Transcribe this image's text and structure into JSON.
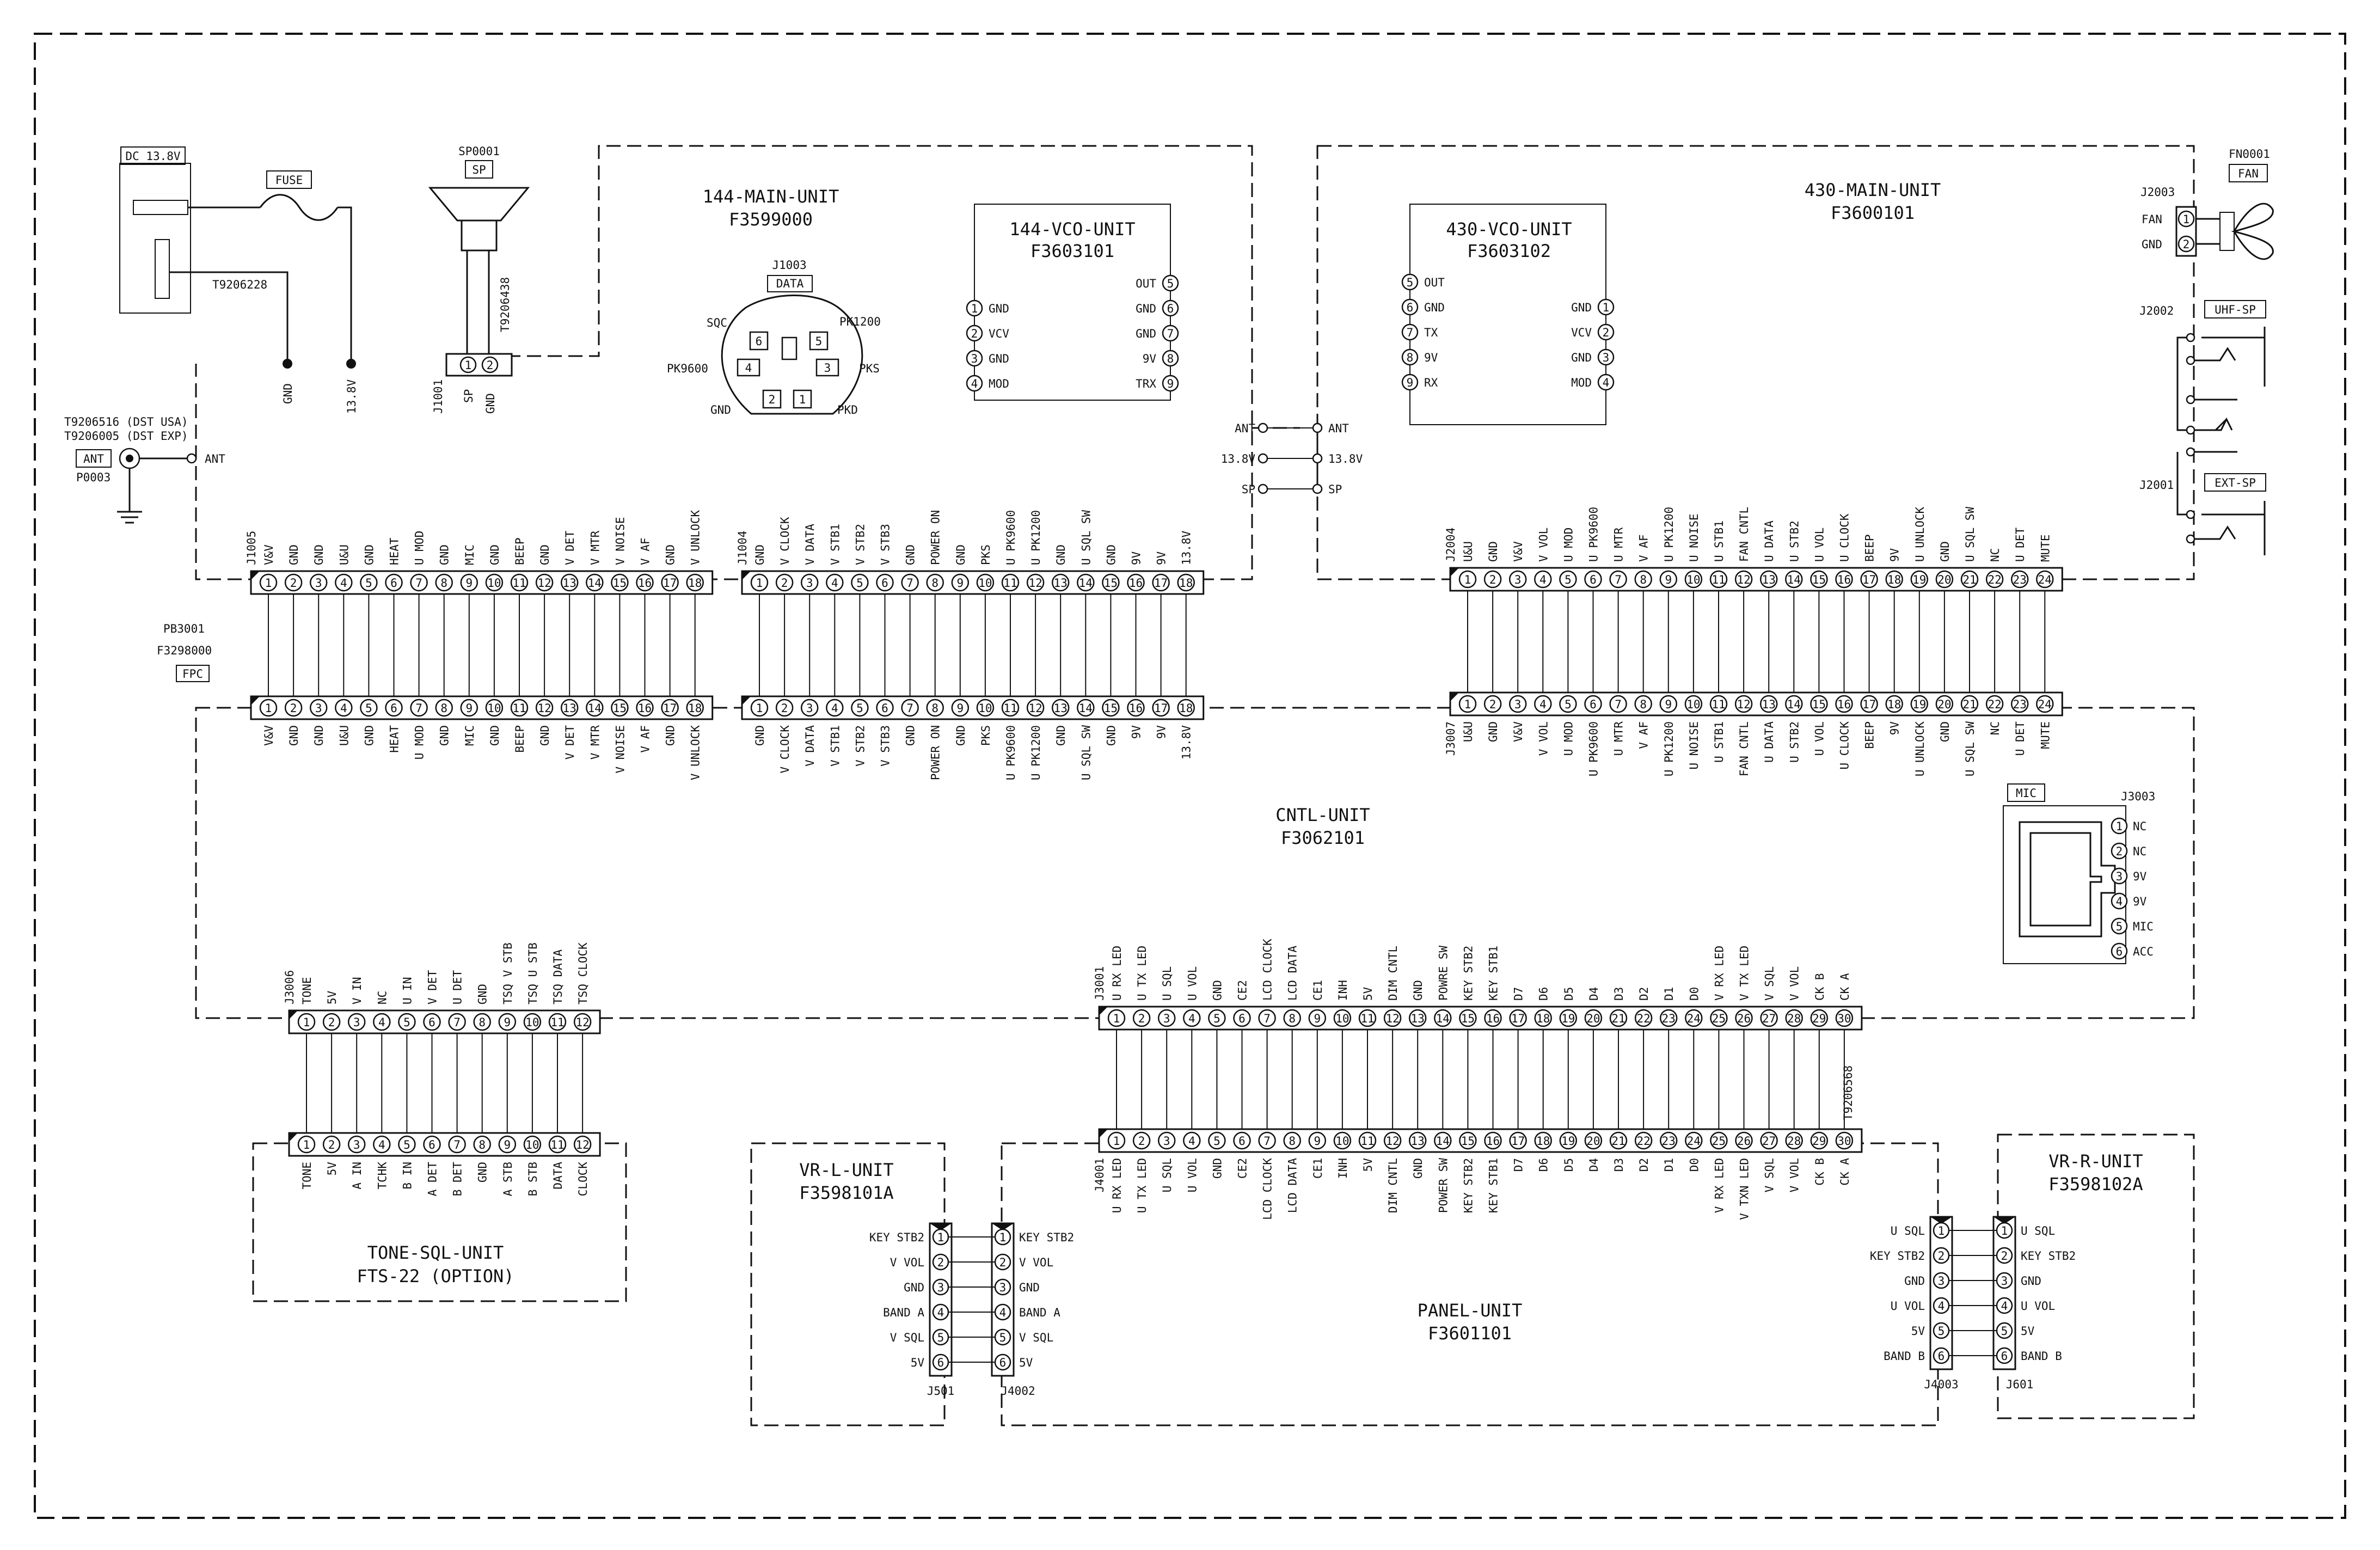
{
  "units": {
    "main144": {
      "name": "144-MAIN-UNIT",
      "part": "F3599000"
    },
    "vco144": {
      "name": "144-VCO-UNIT",
      "part": "F3603101"
    },
    "vco430": {
      "name": "430-VCO-UNIT",
      "part": "F3603102"
    },
    "main430": {
      "name": "430-MAIN-UNIT",
      "part": "F3600101"
    },
    "cntl": {
      "name": "CNTL-UNIT",
      "part": "F3062101"
    },
    "tone": {
      "name": "TONE-SQL-UNIT",
      "part": "FTS-22 (OPTION)"
    },
    "panel": {
      "name": "PANEL-UNIT",
      "part": "F3601101"
    },
    "vrl": {
      "name": "VR-L-UNIT",
      "part": "F3598101A"
    },
    "vrr": {
      "name": "VR-R-UNIT",
      "part": "F3598102A"
    }
  },
  "power": {
    "dc": "DC 13.8V",
    "fuse": "FUSE",
    "cable": "T9206228",
    "gnd": "GND",
    "v138": "13.8V"
  },
  "speaker": {
    "ref": "SP0001",
    "box": "SP",
    "cable": "T9206438"
  },
  "j1001": {
    "ref": "J1001",
    "pins": [
      "SP",
      "GND"
    ]
  },
  "antenna": {
    "cable1": "T9206516 (DST USA)",
    "cable2": "T9206005 (DST EXP)",
    "box": "ANT",
    "ref": "P0003",
    "net": "ANT"
  },
  "j1003": {
    "ref": "J1003",
    "box": "DATA",
    "labels": [
      "SQC",
      "PK1200",
      "PK9600",
      "PKS",
      "GND",
      "PKD"
    ]
  },
  "vco144": {
    "left": [
      {
        "n": "1",
        "s": "GND"
      },
      {
        "n": "2",
        "s": "VCV"
      },
      {
        "n": "3",
        "s": "GND"
      },
      {
        "n": "4",
        "s": "MOD"
      }
    ],
    "right": [
      {
        "n": "5",
        "s": "OUT"
      },
      {
        "n": "6",
        "s": "GND"
      },
      {
        "n": "7",
        "s": "GND"
      },
      {
        "n": "8",
        "s": "9V"
      },
      {
        "n": "9",
        "s": "TRX"
      }
    ]
  },
  "vco430": {
    "left": [
      {
        "n": "5",
        "s": "OUT"
      },
      {
        "n": "6",
        "s": "GND"
      },
      {
        "n": "7",
        "s": "TX"
      },
      {
        "n": "8",
        "s": "9V"
      },
      {
        "n": "9",
        "s": "RX"
      }
    ],
    "right": [
      {
        "n": "1",
        "s": "GND"
      },
      {
        "n": "2",
        "s": "VCV"
      },
      {
        "n": "3",
        "s": "GND"
      },
      {
        "n": "4",
        "s": "MOD"
      }
    ]
  },
  "bus": {
    "labels": [
      "ANT",
      "13.8V",
      "SP"
    ]
  },
  "fan": {
    "ref": "FN0001",
    "box": "FAN",
    "jack": "J2003",
    "pins": [
      "FAN",
      "GND"
    ]
  },
  "uhfsp": {
    "jack": "J2002",
    "box": "UHF-SP"
  },
  "extsp": {
    "jack": "J2001",
    "box": "EXT-SP"
  },
  "fpc": {
    "ref": "PB3001",
    "part": "F3298000",
    "box": "FPC"
  },
  "j1005": {
    "ref": "J1005",
    "signals": [
      "V&V",
      "GND",
      "GND",
      "U&U",
      "GND",
      "HEAT",
      "U MOD",
      "GND",
      "MIC",
      "GND",
      "BEEP",
      "GND",
      "V DET",
      "V MTR",
      "V NOISE",
      "V AF",
      "GND",
      "V UNLOCK"
    ]
  },
  "j1004": {
    "ref": "J1004",
    "signals": [
      "GND",
      "V CLOCK",
      "V DATA",
      "V STB1",
      "V STB2",
      "V STB3",
      "GND",
      "POWER ON",
      "GND",
      "PKS",
      "U PK9600",
      "U PK1200",
      "GND",
      "U SQL SW",
      "GND",
      "9V",
      "9V",
      "13.8V"
    ]
  },
  "j2004": {
    "ref": "J2004",
    "signals": [
      "U&U",
      "GND",
      "V&V",
      "V VOL",
      "U MOD",
      "U PK9600",
      "U MTR",
      "V AF",
      "U PK1200",
      "U NOISE",
      "U STB1",
      "FAN CNTL",
      "U DATA",
      "U STB2",
      "U VOL",
      "U CLOCK",
      "BEEP",
      "9V",
      "U UNLOCK",
      "GND",
      "U SQL SW",
      "NC",
      "U DET",
      "MUTE"
    ]
  },
  "j3007": {
    "ref": "J3007",
    "signals": [
      "U&U",
      "GND",
      "V&V",
      "V VOL",
      "U MOD",
      "U PK9600",
      "U MTR",
      "V AF",
      "U PK1200",
      "U NOISE",
      "U STB1",
      "FAN CNTL",
      "U DATA",
      "U STB2",
      "U VOL",
      "U CLOCK",
      "BEEP",
      "9V",
      "U UNLOCK",
      "GND",
      "U SQL SW",
      "NC",
      "U DET",
      "MUTE"
    ]
  },
  "j3003": {
    "ref": "J3003",
    "box": "MIC",
    "pins": [
      "NC",
      "NC",
      "9V",
      "9V",
      "MIC",
      "ACC"
    ]
  },
  "j3006": {
    "ref": "J3006",
    "signals": [
      "TONE",
      "5V",
      "V IN",
      "NC",
      "U IN",
      "V DET",
      "U DET",
      "GND",
      "TSQ V STB",
      "TSQ U STB",
      "TSQ DATA",
      "TSQ CLOCK"
    ]
  },
  "tonepins": {
    "signals": [
      "TONE",
      "5V",
      "A IN",
      "TCHK",
      "B IN",
      "A DET",
      "B DET",
      "GND",
      "A STB",
      "B STB",
      "DATA",
      "CLOCK"
    ]
  },
  "j3001": {
    "ref": "J3001",
    "signals": [
      "U RX LED",
      "U TX LED",
      "U SQL",
      "U VOL",
      "GND",
      "CE2",
      "LCD CLOCK",
      "LCD DATA",
      "CE1",
      "INH",
      "5V",
      "DIM CNTL",
      "GND",
      "POWRE SW",
      "KEY STB2",
      "KEY STB1",
      "D7",
      "D6",
      "D5",
      "D4",
      "D3",
      "D2",
      "D1",
      "D0",
      "V RX LED",
      "V TX LED",
      "V SQL",
      "V VOL",
      "CK B",
      "CK A"
    ]
  },
  "panelcable": "T9206568",
  "j4001": {
    "ref": "J4001",
    "signals": [
      "U RX LED",
      "U TX LED",
      "U SQL",
      "U VOL",
      "GND",
      "CE2",
      "LCD CLOCK",
      "LCD DATA",
      "CE1",
      "INH",
      "5V",
      "DIM CNTL",
      "GND",
      "POWER SW",
      "KEY STB2",
      "KEY STB1",
      "D7",
      "D6",
      "D5",
      "D4",
      "D3",
      "D2",
      "D1",
      "D0",
      "V RX LED",
      "V TXN LED",
      "V SQL",
      "V VOL",
      "CK B",
      "CK A"
    ]
  },
  "vrl": {
    "jl": "J501",
    "jr": "J4002",
    "signals": [
      "KEY STB2",
      "V VOL",
      "GND",
      "BAND A",
      "V SQL",
      "5V"
    ]
  },
  "vrr": {
    "jl": "J4003",
    "jr": "J601",
    "signals": [
      "U SQL",
      "KEY STB2",
      "GND",
      "U VOL",
      "5V",
      "BAND B"
    ]
  }
}
